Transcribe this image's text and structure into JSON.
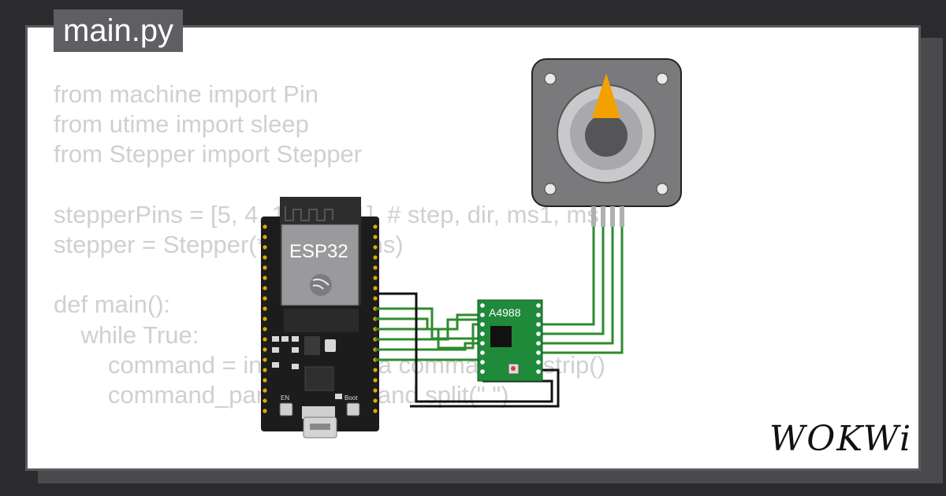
{
  "editor": {
    "file_tab": "main.py",
    "code_lines": [
      "from machine import Pin",
      "from utime import sleep",
      "from Stepper import Stepper",
      "",
      "stepperPins = [5, 4, 19, 18, 1]  # step, dir, ms1, ms",
      "stepper = Stepper(*stepperPins)",
      "",
      "def main():",
      "    while True:",
      "        command = input(\"Enter a command: \").strip()",
      "        command_parts = command.split(\" \")"
    ]
  },
  "board": {
    "label": "ESP32",
    "buttons": [
      "EN",
      "Boot"
    ]
  },
  "driver": {
    "label": "A4988"
  },
  "brand": {
    "logo_text": "WOKWi"
  },
  "colors": {
    "background": "#2b2b2e",
    "card": "#ffffff",
    "board": "#1c1c1c",
    "driver": "#1f8a3a",
    "wire_green": "#2e8b2e",
    "wire_black": "#111111",
    "motor_pointer": "#f2a100"
  }
}
